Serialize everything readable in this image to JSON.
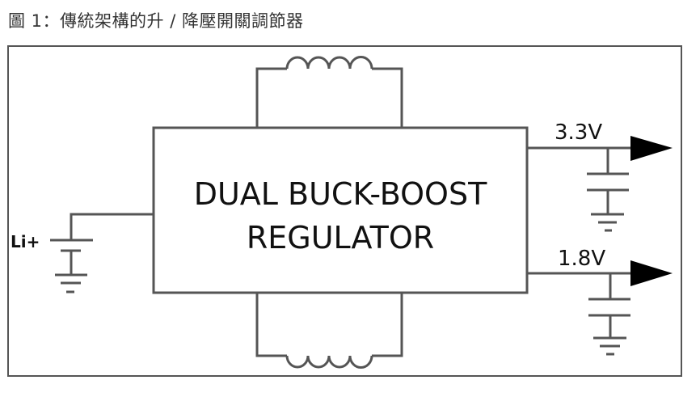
{
  "title": "圖 1：傳統架構的升 / 降壓開關調節器",
  "diagram": {
    "regulator_line1": "DUAL BUCK-BOOST",
    "regulator_line2": "REGULATOR",
    "input_label": "Li+",
    "output1_label": "3.3V",
    "output2_label": "1.8V",
    "line_color": "#555555",
    "arrow_color": "#000000"
  }
}
